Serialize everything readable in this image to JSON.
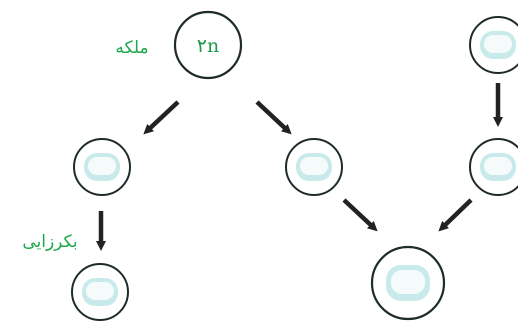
{
  "diagram": {
    "queen_label": "ملکه",
    "queen_ploidy": "۲n",
    "parthenogenesis_label": "بکرزایی"
  },
  "colors": {
    "cell_outline": "#1f2b2b",
    "cell_fill": "#c9eaea",
    "nucleus_fill": "#f5fbfb",
    "label_green": "#1fa84f",
    "arrow": "#222222"
  }
}
